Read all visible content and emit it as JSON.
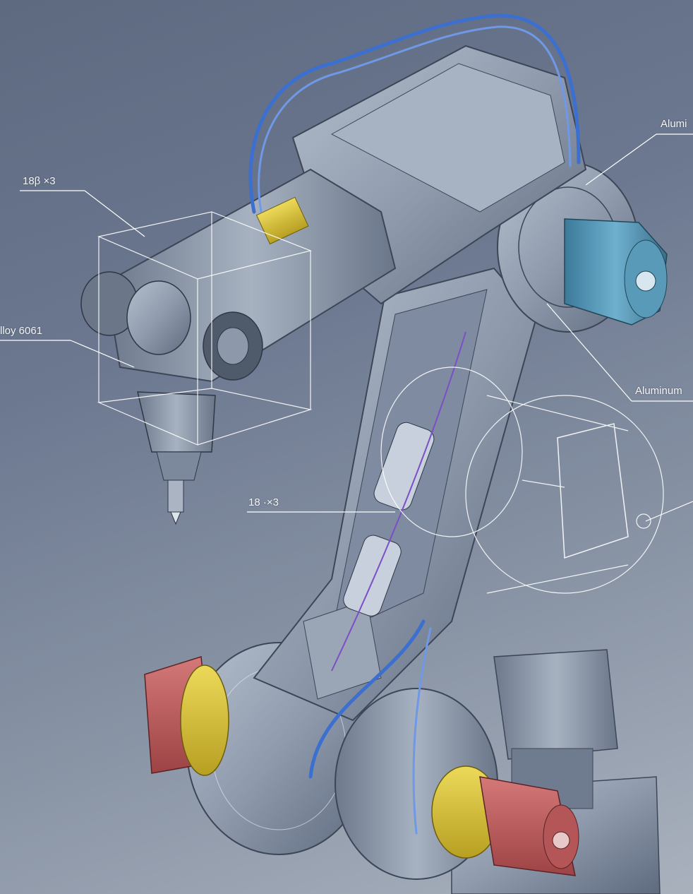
{
  "callouts": {
    "alumi_top": "Alumi",
    "aluminum_mid": "Aluminum",
    "dim_top_left": "18β ×3",
    "alloy": "lloy 6061",
    "dim_mid": "18 ·×3"
  },
  "colors": {
    "background_top": "#5d6a80",
    "background_bottom": "#a9b1bd",
    "metal": "#8f9bad",
    "metal_dark": "#5e6a7d",
    "cable": "#3b6fd0",
    "yellow": "#d8c23a",
    "red_motor": "#c0595a",
    "teal_motor": "#4f8fb0",
    "line": "#ffffff"
  }
}
